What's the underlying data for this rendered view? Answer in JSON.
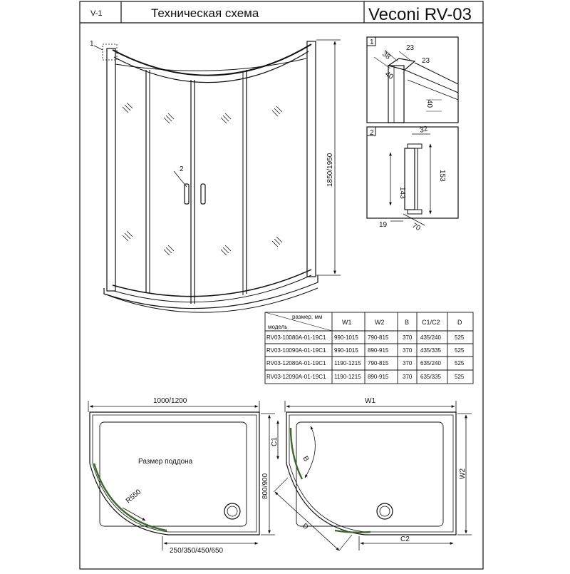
{
  "header": {
    "code": "V-1",
    "title": "Техническая схема",
    "model": "Veconi RV-03"
  },
  "callouts": {
    "c1": "1",
    "c2": "2"
  },
  "main_view": {
    "height_dim": "1850/1950"
  },
  "detail1": {
    "label": "1",
    "dims": [
      "38",
      "23",
      "23",
      "40",
      "40"
    ]
  },
  "detail2": {
    "label": "2",
    "dims": [
      "32",
      "143",
      "153",
      "19",
      "70"
    ]
  },
  "table": {
    "header_top": "размер, мм",
    "header_left": "модель",
    "columns": [
      "W1",
      "W2",
      "B",
      "C1/C2",
      "D"
    ],
    "rows": [
      [
        "RV03-10080A-01-19C1",
        "990-1015",
        "790-815",
        "370",
        "435/240",
        "525"
      ],
      [
        "RV03-10090A-01-19C1",
        "990-1015",
        "890-915",
        "370",
        "435/335",
        "525"
      ],
      [
        "RV03-12080A-01-19C1",
        "1190-1215",
        "790-815",
        "370",
        "635/240",
        "525"
      ],
      [
        "RV03-12090A-01-19C1",
        "1190-1215",
        "890-915",
        "370",
        "635/335",
        "525"
      ]
    ]
  },
  "tray_view": {
    "width_dim": "1000/1200",
    "depth_dim": "800/900",
    "bottom_dim": "250/350/450/650",
    "radius_dim": "R550",
    "label": "Размер поддона"
  },
  "plan_view": {
    "w1": "W1",
    "w2": "W2",
    "c1": "C1",
    "c2": "C2",
    "b": "B",
    "d": "D"
  },
  "colors": {
    "ink": "#111111",
    "accent_green": "#3a6b2a"
  }
}
